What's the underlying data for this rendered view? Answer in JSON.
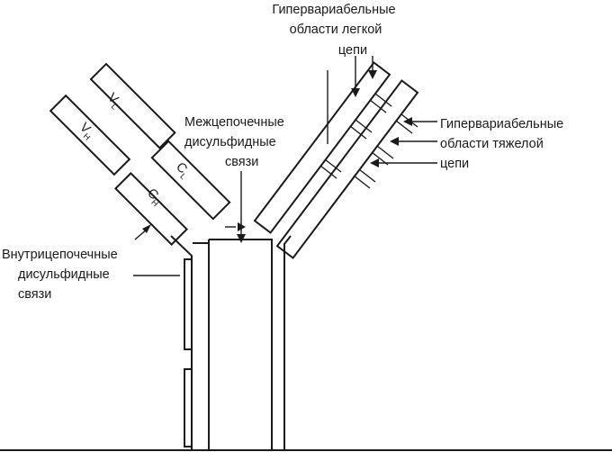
{
  "labels": {
    "hv_light": [
      "Гипервариабельные",
      "области легкой",
      "цепи"
    ],
    "hv_heavy": [
      "Гипервариабельные",
      "области тяжелой",
      "цепи"
    ],
    "inter_ss": [
      "Межцепочечные",
      "дисульфидные",
      "связи"
    ],
    "intra_ss": [
      "Внутрицепочечные",
      "дисульфидные",
      "связи"
    ]
  },
  "domains": {
    "vl": {
      "main": "V",
      "sub": "L"
    },
    "vh": {
      "main": "V",
      "sub": "H"
    },
    "cl": {
      "main": "C",
      "sub": "L"
    },
    "ch": {
      "main": "C",
      "sub": "H"
    }
  }
}
